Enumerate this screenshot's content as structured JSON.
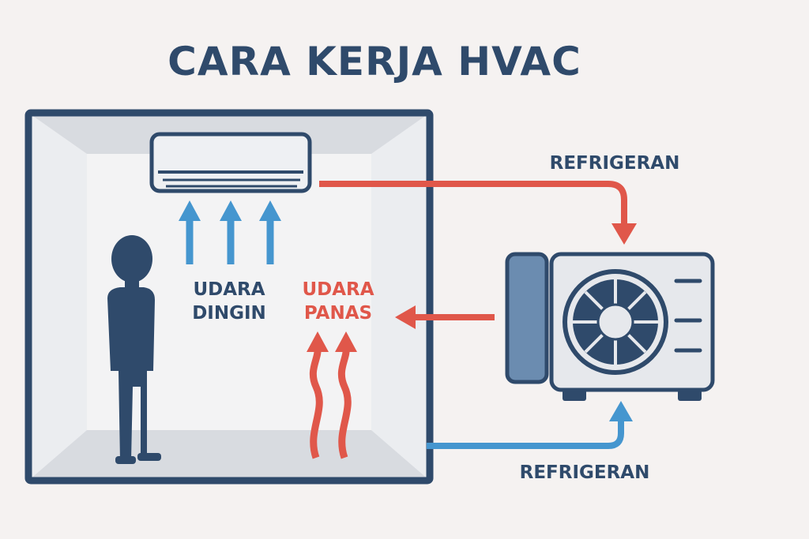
{
  "title": "CARA KERJA HVAC",
  "labels": {
    "refrigerant_top": "REFRIGERAN",
    "refrigerant_bottom": "REFRIGERAN",
    "cold_air_line1": "UDARA",
    "cold_air_line2": "DINGIN",
    "hot_air_line1": "UDARA",
    "hot_air_line2": "PANAS"
  },
  "colors": {
    "background": "#f5f2f1",
    "dark": "#2f4a6b",
    "hot": "#e0574a",
    "cold": "#4596cf",
    "room_wall": "#e4e6ea",
    "room_inner": "#f3f3f4",
    "unit_body": "#e6e8ec",
    "coil": "#6b8cb0"
  },
  "icons": {
    "person": "person-silhouette-icon",
    "indoor_unit": "split-ac-indoor-unit-icon",
    "outdoor_unit": "ac-outdoor-condenser-icon",
    "fan": "fan-icon"
  }
}
